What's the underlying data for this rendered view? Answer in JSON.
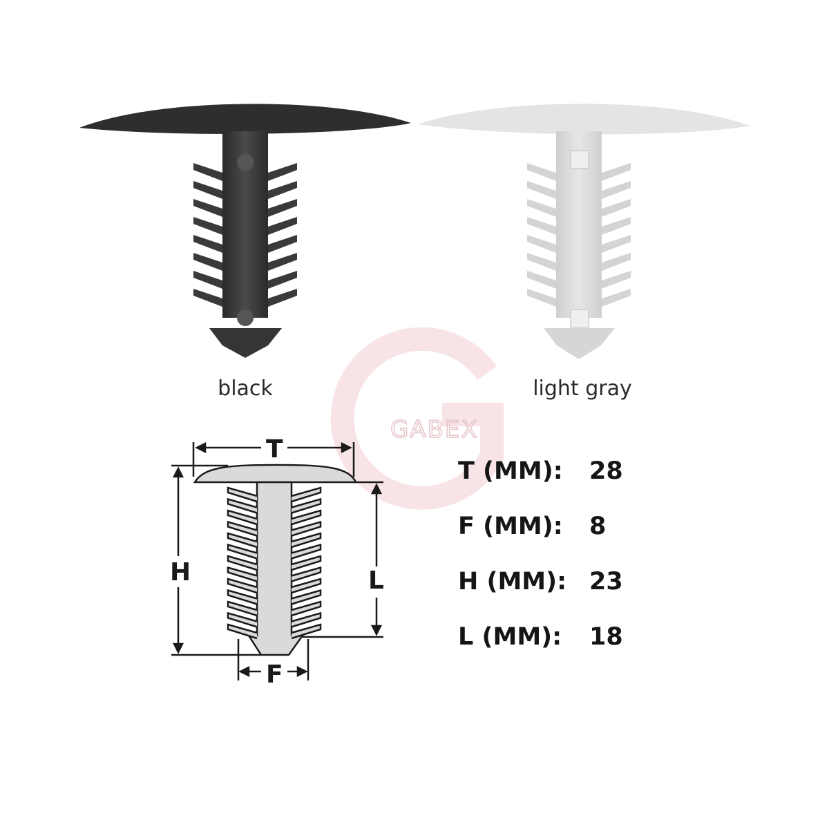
{
  "captions": {
    "black": "black",
    "light_gray": "light gray"
  },
  "watermark": {
    "text": "GABEX",
    "color": "#f3d7db"
  },
  "colors": {
    "black_clip": "#3a3a3a",
    "light_gray_clip": "#d9d9d9",
    "diagram_fill": "#dadada",
    "outline": "#1a1a1a"
  },
  "diagram": {
    "T": "T",
    "H": "H",
    "L": "L",
    "F": "F"
  },
  "specs": [
    {
      "key": "T (MM):",
      "value": "28"
    },
    {
      "key": "F (MM):",
      "value": "8"
    },
    {
      "key": "H (MM):",
      "value": "23"
    },
    {
      "key": "L (MM):",
      "value": "18"
    }
  ]
}
